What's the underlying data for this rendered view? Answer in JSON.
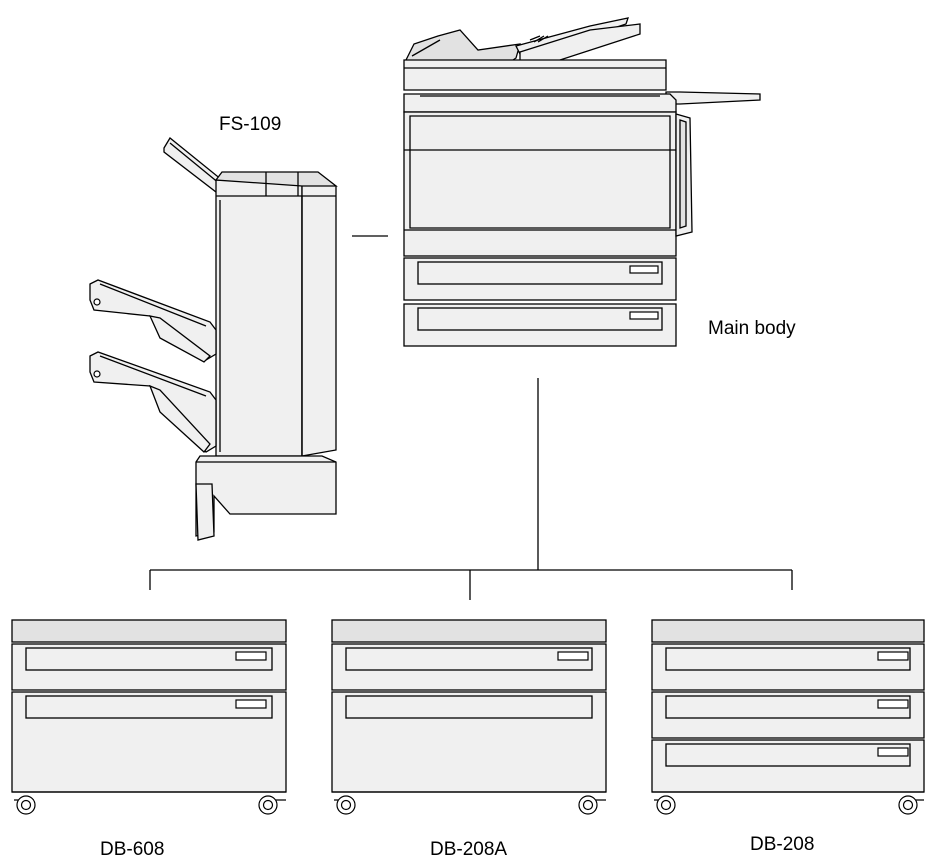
{
  "labels": {
    "finisher": "FS-109",
    "main_body": "Main body",
    "desk_left": "DB-608",
    "desk_center": "DB-208A",
    "desk_right": "DB-208"
  }
}
